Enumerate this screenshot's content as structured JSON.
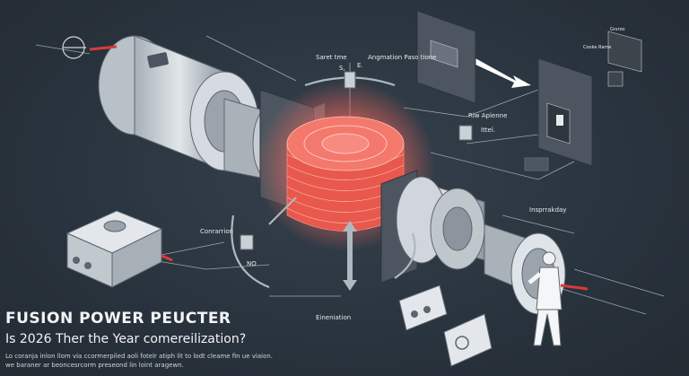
{
  "labels": {
    "animation_phase": "Angmation Paso tione",
    "saret_time": "Saret tme",
    "s_marker": "S,",
    "e_marker": "E.",
    "riw_aplenne": "Riw Aplenne",
    "ittel": "Ittel.",
    "insprrakday": "Insprrakday",
    "conrarrion": "Conrarrion",
    "no": "NO",
    "eineniation": "Eineniation",
    "cooke_rame": "Cooke Rame",
    "top_right_tag": "Grsroo"
  },
  "title": "FUSION POWER PEUCTER",
  "subtitle": "Is 2026 Ther the Year comereilization?",
  "caption": {
    "line1": "Lo coranja inlon llom via ccormerpiled aoli fotelr atiph lit to lodt cleame fin ue viaion.",
    "line2": "we baraner ar beoncesrcorm preseond lin loint aragewn."
  },
  "colors": {
    "background": "#2b3540",
    "reactor_glow": "#f0665a",
    "metal": "#c9d0d6",
    "dark_panel": "#4d5660",
    "accent_red": "#d93a3a"
  }
}
